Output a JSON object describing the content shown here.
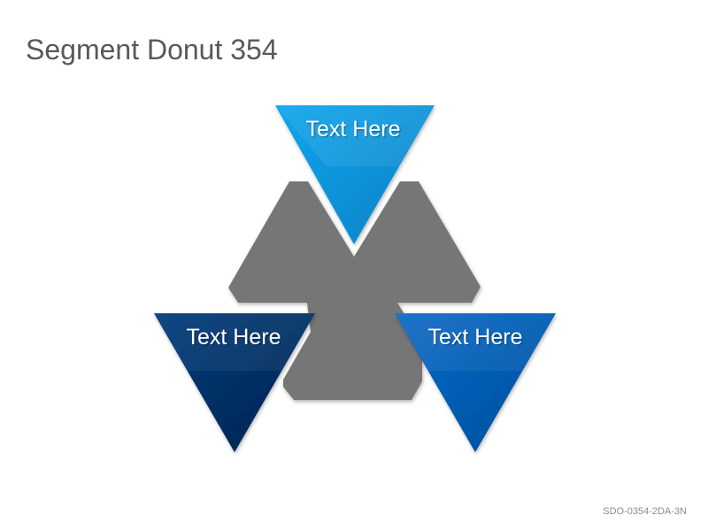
{
  "slide": {
    "title": "Segment Donut 354",
    "footer_code": "SDO-0354-2DA-3N"
  },
  "diagram": {
    "center_shape": {
      "color": "#767676"
    },
    "segments": [
      {
        "label": "Text Here",
        "position": "top",
        "color_light": "#11A6EC",
        "color_dark": "#0580C6"
      },
      {
        "label": "Text Here",
        "position": "bottom-left",
        "color_light": "#063C7C",
        "color_dark": "#02234F"
      },
      {
        "label": "Text Here",
        "position": "bottom-right",
        "color_light": "#086BC9",
        "color_dark": "#034E9B"
      }
    ]
  }
}
